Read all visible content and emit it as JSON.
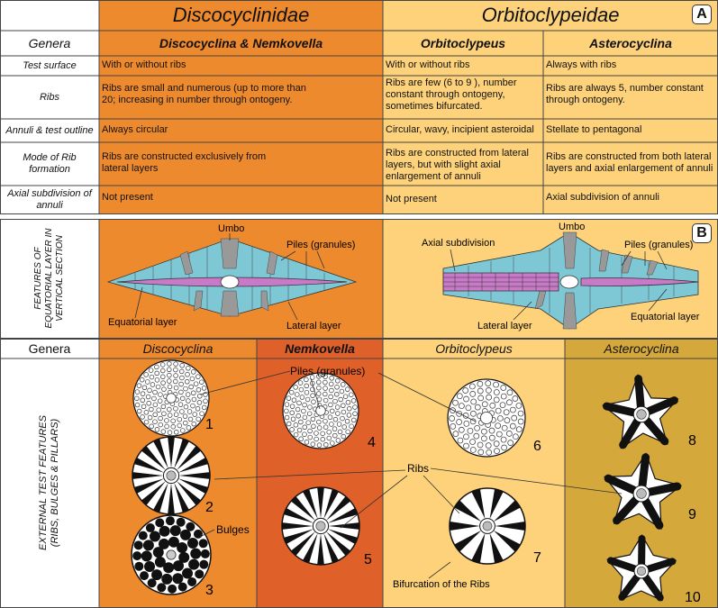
{
  "families": {
    "discocyclinidae": "Discocyclinidae",
    "orbitoclypeidae": "Orbitoclypeidae"
  },
  "panel_a": {
    "badge": "A",
    "genera_label": "Genera",
    "genera": [
      "Discocyclina & Nemkovella",
      "Orbitoclypeus",
      "Asterocyclina"
    ],
    "rows": [
      {
        "label": "Test surface",
        "values": [
          "With or without ribs",
          "With or without ribs",
          "Always with ribs"
        ]
      },
      {
        "label": "Ribs",
        "values": [
          "Ribs are small and numerous (up to more than 20; increasing in number through ontogeny.",
          "Ribs are few (6 to 9 ), number constant through ontogeny, sometimes bifurcated.",
          "Ribs are always 5, number constant through ontogeny."
        ]
      },
      {
        "label": "Annuli & test outline",
        "values": [
          "Always circular",
          "Circular, wavy, incipient asteroidal",
          "Stellate to pentagonal"
        ]
      },
      {
        "label": "Mode of Rib formation",
        "values": [
          "Ribs are constructed exclusively from lateral layers",
          "Ribs are constructed from lateral layers, but with slight axial enlargement of annuli",
          "Ribs are constructed from both lateral layers and axial enlargement of annuli"
        ]
      },
      {
        "label": "Axial subdivision of annuli",
        "values": [
          "Not present",
          "Not present",
          "Axial subdivision of annuli"
        ]
      }
    ]
  },
  "panel_b": {
    "badge": "B",
    "side_label": "FEATURES OF EQUATORIAL LAYER IN VERTICAL SECTION",
    "left": {
      "umbo": "Umbo",
      "piles": "Piles (granules)",
      "equatorial": "Equatorial layer",
      "lateral": "Lateral layer"
    },
    "right": {
      "axial": "Axial subdivision",
      "umbo": "Umbo",
      "piles": "Piles (granules)",
      "lateral": "Lateral layer",
      "equatorial": "Equatorial layer"
    }
  },
  "panel_c": {
    "genera_label": "Genera",
    "genera": [
      "Discocyclina",
      "Nemkovella",
      "Orbitoclypeus",
      "Asterocyclina"
    ],
    "side_label": "EXTERNAL TEST FEATURES (RIBS, BULGES & PILLARS)",
    "labels": {
      "piles": "Piles (granules)",
      "ribs": "Ribs",
      "bulges": "Bulges",
      "bifurcation": "Bifurcation of the Ribs"
    },
    "numbers": [
      "1",
      "2",
      "3",
      "4",
      "5",
      "6",
      "7",
      "8",
      "9",
      "10"
    ]
  },
  "colors": {
    "dark_orange": "#ee8a2e",
    "med_orange": "#f5a343",
    "red_orange": "#e0602a",
    "light_yellow": "#fdd27a",
    "gold": "#d4a83a",
    "section_blue": "#7dc8d4",
    "section_pink": "#c87ac8"
  }
}
